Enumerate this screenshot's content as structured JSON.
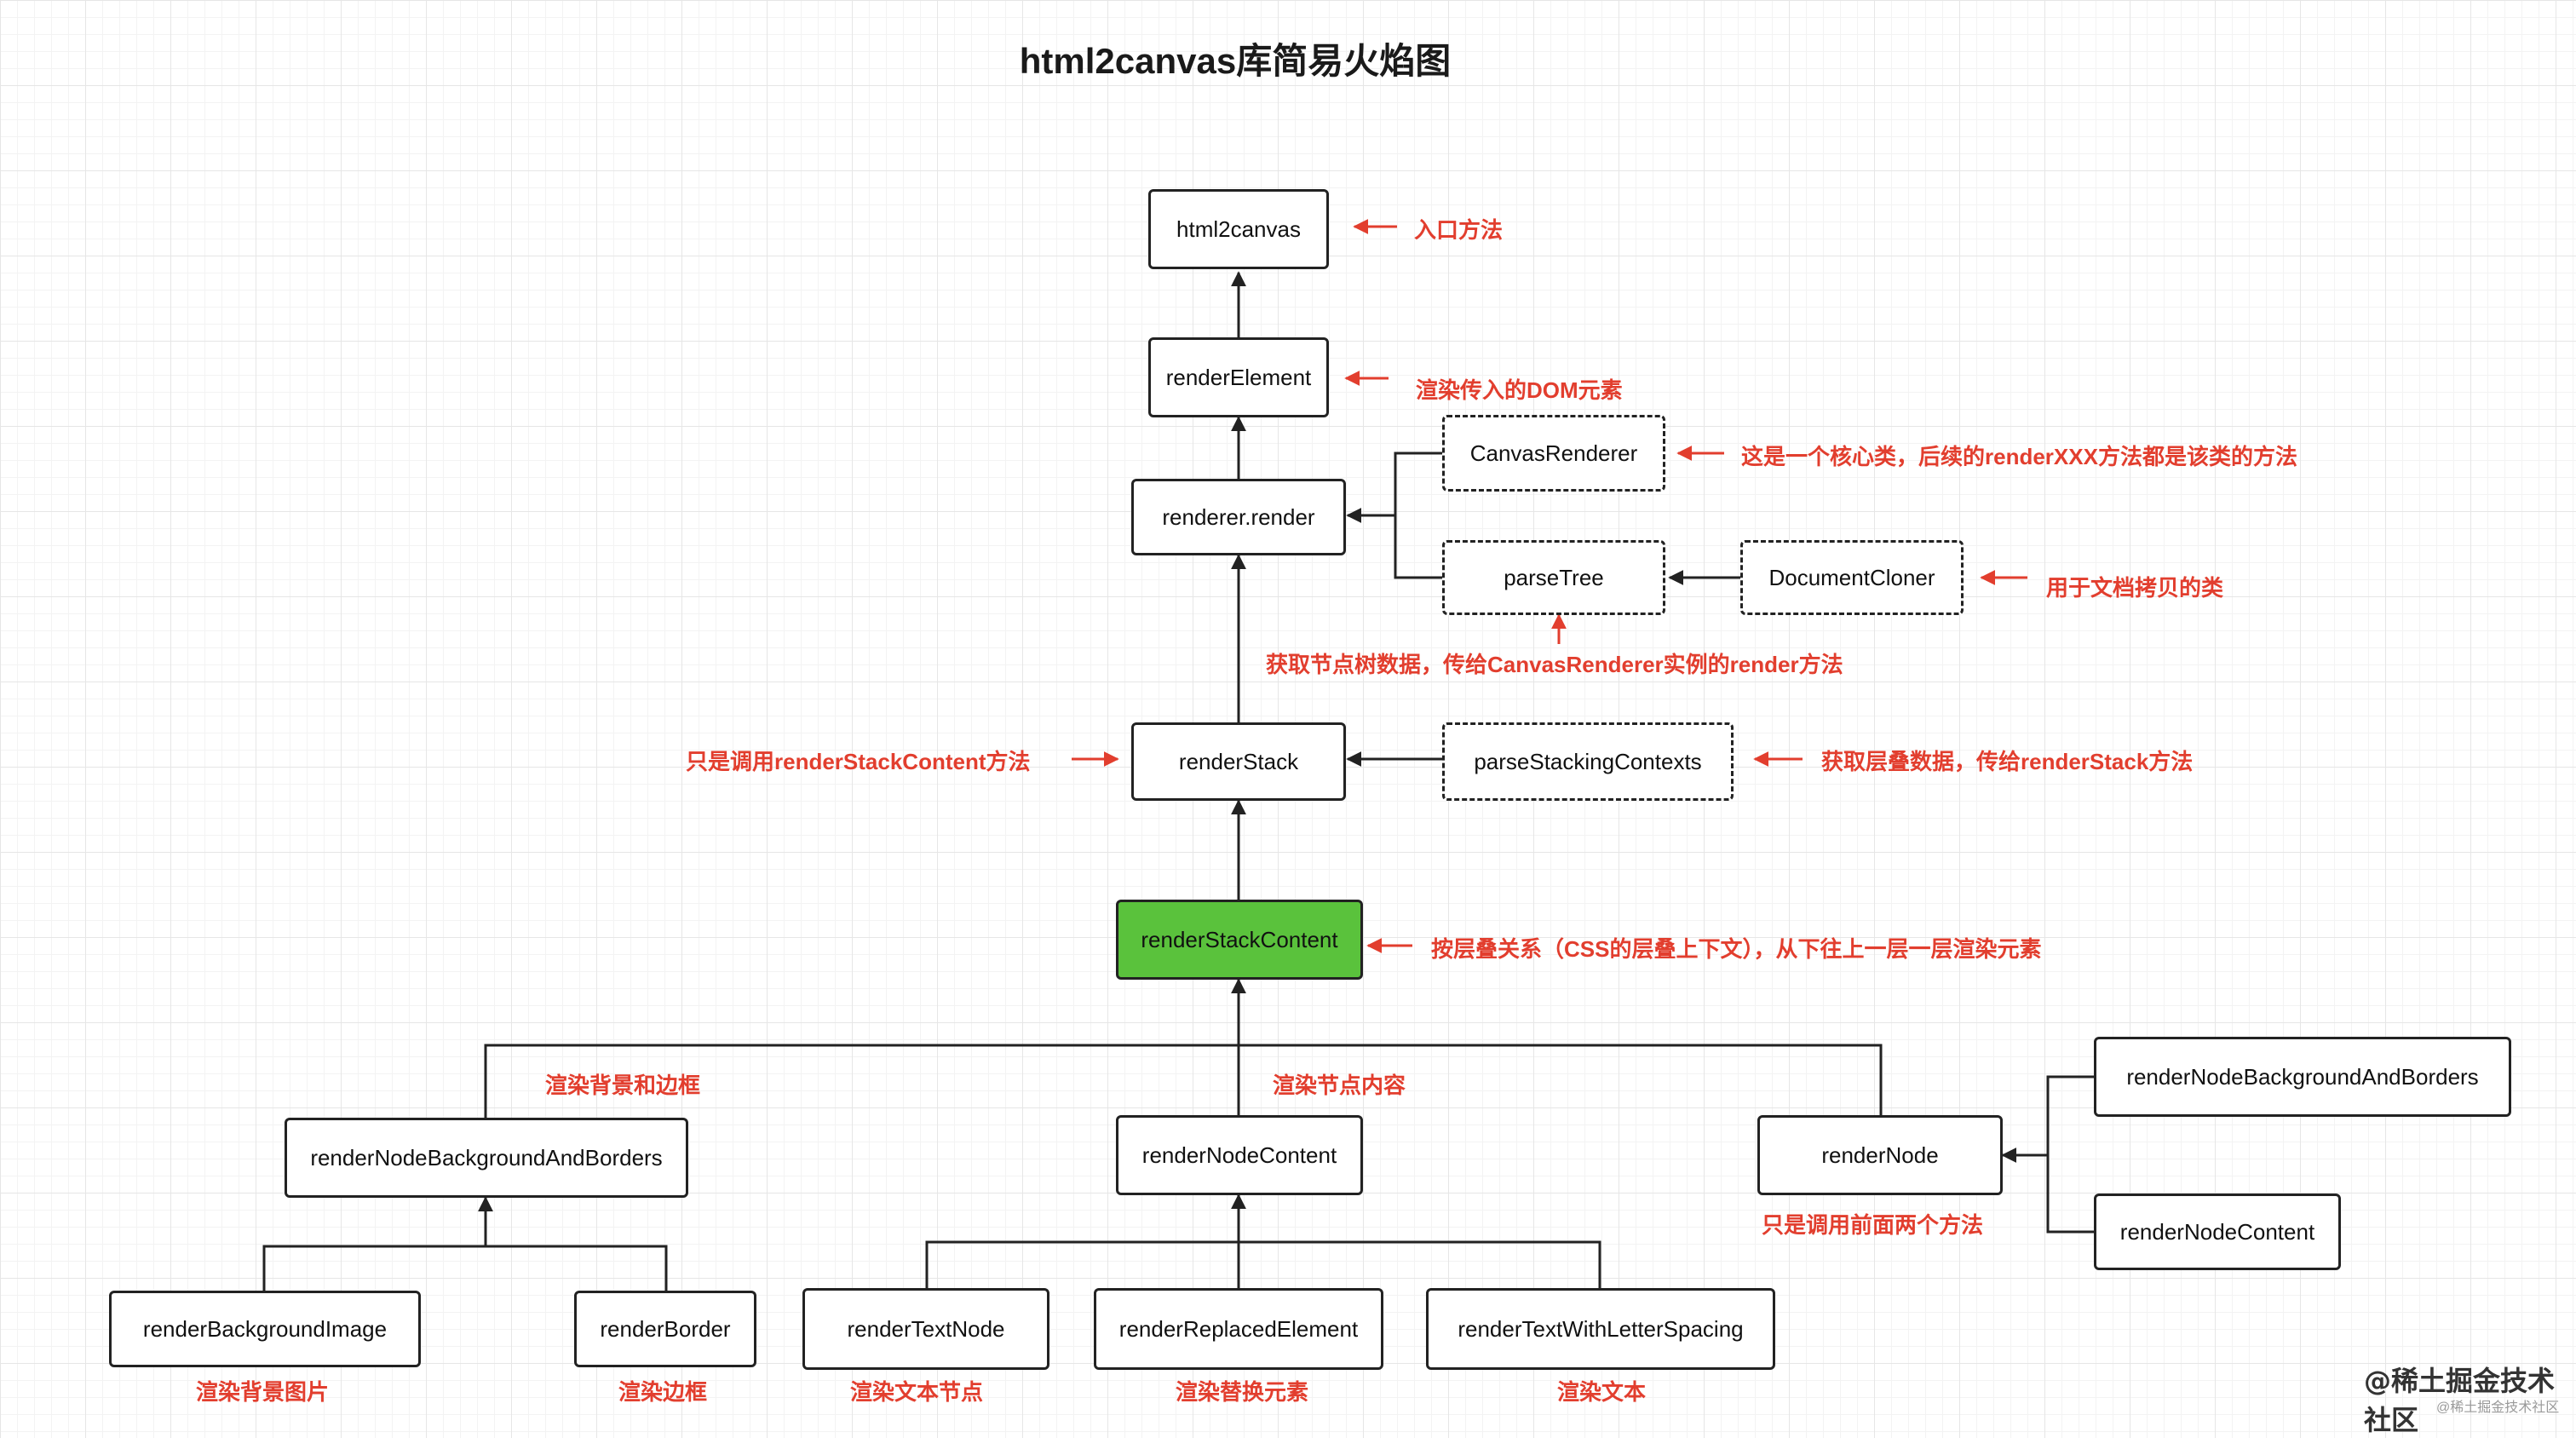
{
  "title": "html2canvas库简易火焰图",
  "nodes": {
    "html2canvas": "html2canvas",
    "renderElement": "renderElement",
    "rendererRender": "renderer.render",
    "canvasRenderer": "CanvasRenderer",
    "parseTree": "parseTree",
    "documentCloner": "DocumentCloner",
    "renderStack": "renderStack",
    "parseStackingContexts": "parseStackingContexts",
    "renderStackContent": "renderStackContent",
    "renderNodeBgBordersLeft": "renderNodeBackgroundAndBorders",
    "renderNodeContent": "renderNodeContent",
    "renderNode": "renderNode",
    "renderNodeBgBordersRight": "renderNodeBackgroundAndBorders",
    "renderNodeContentRight": "renderNodeContent",
    "renderBackgroundImage": "renderBackgroundImage",
    "renderBorder": "renderBorder",
    "renderTextNode": "renderTextNode",
    "renderReplacedElement": "renderReplacedElement",
    "renderTextWithLetterSpacing": "renderTextWithLetterSpacing"
  },
  "annotations": {
    "entry": "入口方法",
    "renderElement": "渲染传入的DOM元素",
    "canvasRenderer": "这是一个核心类，后续的renderXXX方法都是该类的方法",
    "documentCloner": "用于文档拷贝的类",
    "parseTree": "获取节点树数据，传给CanvasRenderer实例的render方法",
    "renderStack": "只是调用renderStackContent方法",
    "parseStacking": "获取层叠数据，传给renderStack方法",
    "renderStackContent": "按层叠关系（CSS的层叠上下文），从下往上一层一层渲染元素",
    "bgBorders": "渲染背景和边框",
    "nodeContent": "渲染节点内容",
    "renderNode": "只是调用前面两个方法",
    "bgImage": "渲染背景图片",
    "border": "渲染边框",
    "textNode": "渲染文本节点",
    "replaced": "渲染替换元素",
    "text": "渲染文本"
  },
  "watermark": {
    "main": "@稀土掘金技术社区",
    "sub": "@稀土掘金技术社区"
  },
  "colors": {
    "annotation": "#e23e2e",
    "highlight": "#5ac23c",
    "stroke": "#222222"
  }
}
